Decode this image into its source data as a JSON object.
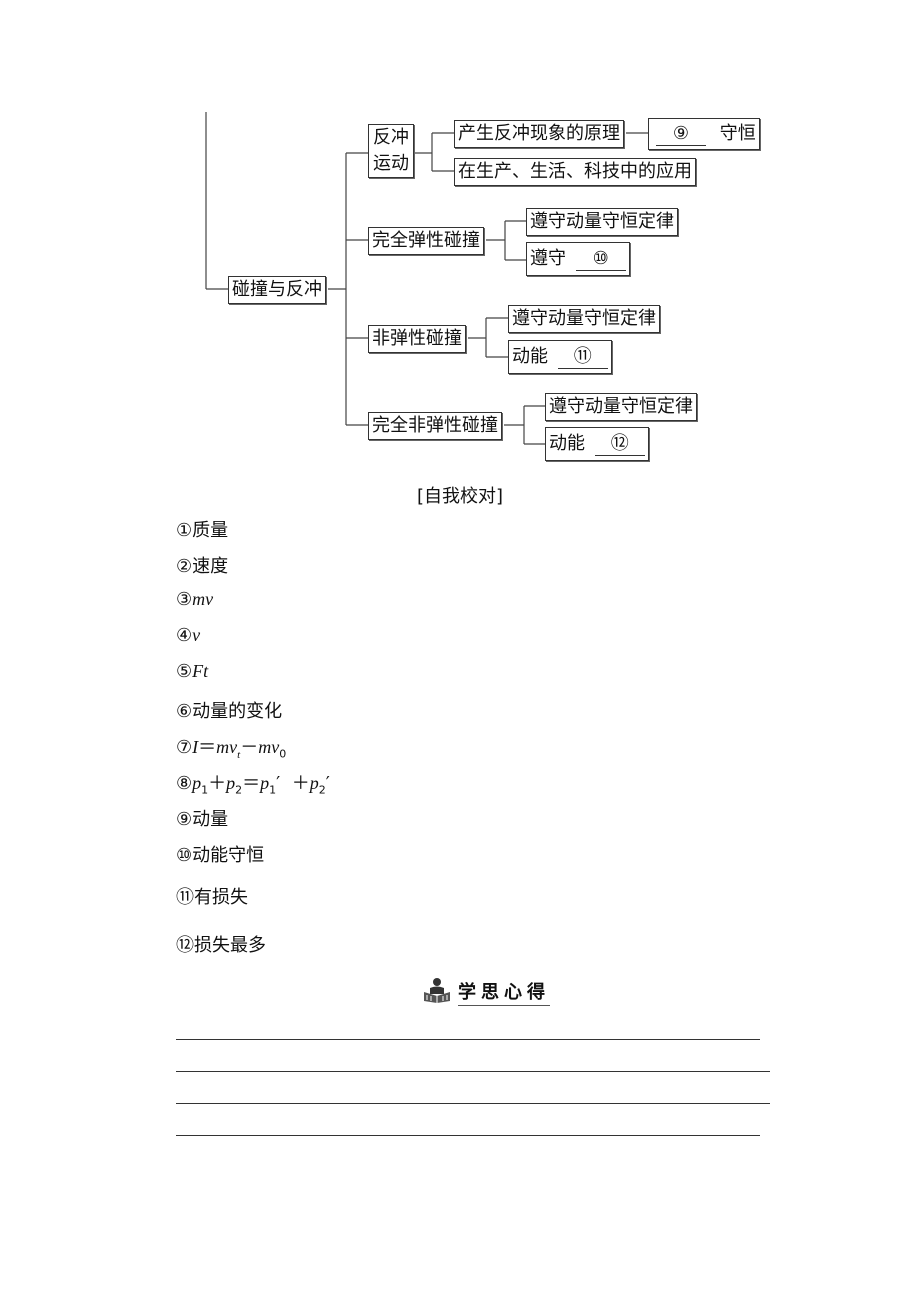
{
  "diagram": {
    "root": "碰撞与反冲",
    "recoil": {
      "label": "反冲运动",
      "line1": "反冲",
      "line2": "运动",
      "principle": "产生反冲现象的原理",
      "principle_blank": "⑨",
      "principle_suffix": "守恒",
      "application": "在生产、生活、科技中的应用"
    },
    "elastic": {
      "label": "完全弹性碰撞",
      "law": "遵守动量守恒定律",
      "rule_prefix": "遵守",
      "rule_blank": "⑩"
    },
    "inelastic": {
      "label": "非弹性碰撞",
      "law": "遵守动量守恒定律",
      "rule_prefix": "动能",
      "rule_blank": "⑪"
    },
    "perfectly_inelastic": {
      "label": "完全非弹性碰撞",
      "law": "遵守动量守恒定律",
      "rule_prefix": "动能",
      "rule_blank": "⑫"
    }
  },
  "check_title": "[自我校对]",
  "answers": {
    "a1": "①质量",
    "a2": "②速度",
    "a3_num": "③",
    "a3_val": "mv",
    "a4_num": "④",
    "a4_val": "v",
    "a5_num": "⑤",
    "a5_val": "Ft",
    "a6": "⑥动量的变化",
    "a7": {
      "num": "⑦",
      "I": "I",
      "eq": "＝",
      "mv1": "mv",
      "t": "t",
      "minus": "－",
      "mv2": "mv",
      "zero": "0"
    },
    "a8": {
      "num": "⑧",
      "p": "p",
      "one": "1",
      "two": "2",
      "plus": "＋",
      "eq": "＝",
      "prime": "′"
    },
    "a9": "⑨动量",
    "a10": "⑩动能守恒",
    "a11": "⑪有损失",
    "a12": "⑫损失最多"
  },
  "section_heading": "学思心得"
}
